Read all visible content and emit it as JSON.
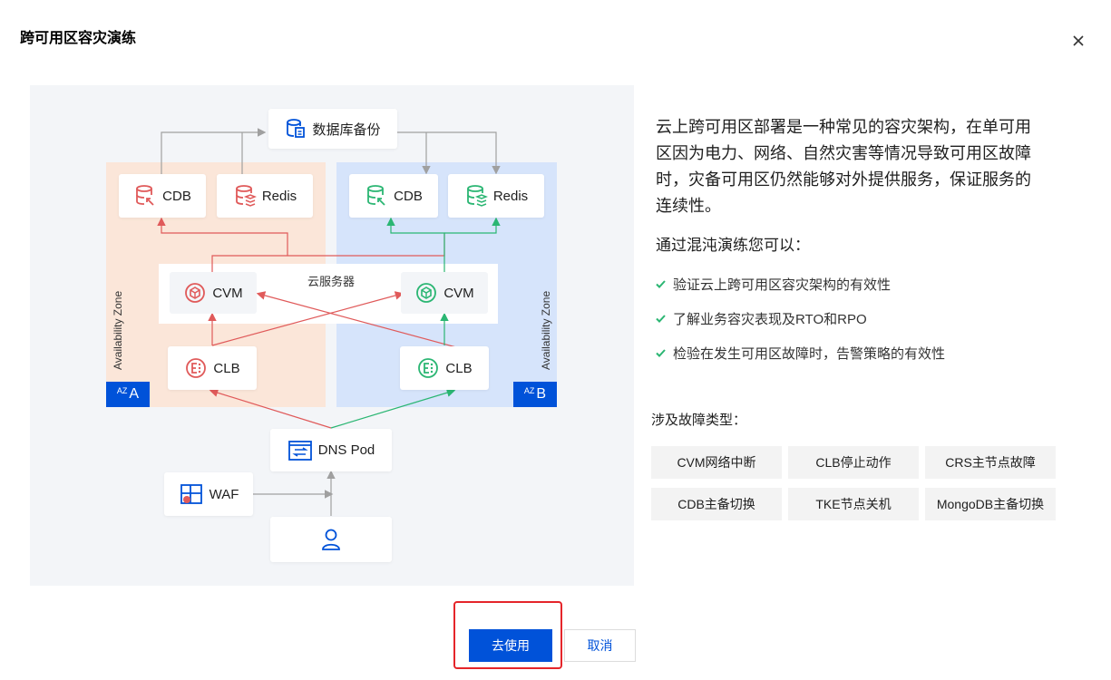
{
  "dialog": {
    "title": "跨可用区容灾演练",
    "close_label": "×"
  },
  "diagram": {
    "backup_node": "数据库备份",
    "zone_a": {
      "label": "Availability Zone",
      "badge_sup": "AZ",
      "badge": "A",
      "cdb": "CDB",
      "redis": "Redis",
      "cvm": "CVM",
      "clb": "CLB"
    },
    "zone_b": {
      "label": "Availability Zone",
      "badge_sup": "AZ",
      "badge": "B",
      "cdb": "CDB",
      "redis": "Redis",
      "cvm": "CVM",
      "clb": "CLB"
    },
    "cvm_group_label": "云服务器",
    "dns_pod": "DNS Pod",
    "waf": "WAF",
    "colors": {
      "zone_a_accent": "#e05a5a",
      "zone_b_accent": "#2bb673",
      "brand": "#0052d9"
    }
  },
  "info": {
    "description": "云上跨可用区部署是一种常见的容灾架构，在单可用区因为电力、网络、自然灾害等情况导致可用区故障时，灾备可用区仍然能够对外提供服务，保证服务的连续性。",
    "lead": "通过混沌演练您可以：",
    "features": [
      "验证云上跨可用区容灾架构的有效性",
      "了解业务容灾表现及RTO和RPO",
      "检验在发生可用区故障时，告警策略的有效性"
    ],
    "fault_title": "涉及故障类型：",
    "fault_types": [
      "CVM网络中断",
      "CLB停止动作",
      "CRS主节点故障",
      "CDB主备切换",
      "TKE节点关机",
      "MongoDB主备切换"
    ]
  },
  "footer": {
    "primary_button": "去使用",
    "cancel_button": "取消"
  }
}
